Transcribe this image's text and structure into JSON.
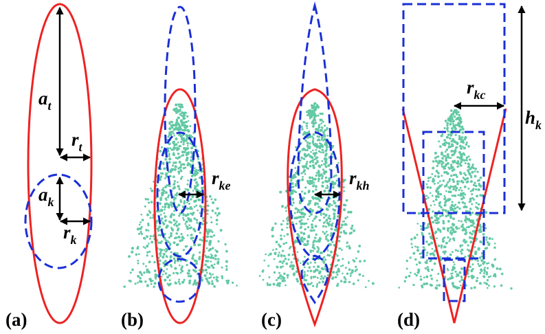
{
  "colors": {
    "tree_envelope": "#ee2222",
    "crown_shape": "#1a2fd6",
    "point_cloud": "#63c9a5",
    "dimension_arrow": "#000000"
  },
  "panels": [
    {
      "label": "(a)"
    },
    {
      "label": "(b)"
    },
    {
      "label": "(c)"
    },
    {
      "label": "(d)"
    }
  ],
  "symbols": {
    "a_t": {
      "base": "a",
      "sub": "t"
    },
    "r_t": {
      "base": "r",
      "sub": "t"
    },
    "a_k": {
      "base": "a",
      "sub": "k"
    },
    "r_k": {
      "base": "r",
      "sub": "k"
    },
    "r_ke": {
      "base": "r",
      "sub": "ke"
    },
    "r_kh": {
      "base": "r",
      "sub": "kh"
    },
    "r_kc": {
      "base": "r",
      "sub": "kc"
    },
    "h_k": {
      "base": "h",
      "sub": "k"
    }
  }
}
